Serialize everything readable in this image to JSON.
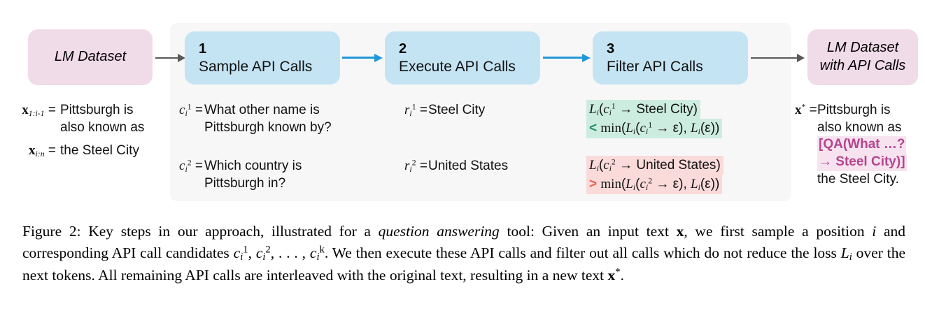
{
  "figure": {
    "input_box": {
      "label": "LM Dataset"
    },
    "output_box": {
      "line1": "LM Dataset",
      "line2": "with API Calls"
    },
    "steps": [
      {
        "number": "1",
        "label": "Sample API Calls"
      },
      {
        "number": "2",
        "label": "Execute API Calls"
      },
      {
        "number": "3",
        "label": "Filter API Calls"
      }
    ],
    "input_text": {
      "prefix": {
        "var": "x",
        "sub": "1:i-1",
        "eq": "=",
        "value_line1": "Pittsburgh is",
        "value_line2": "also known as"
      },
      "suffix": {
        "var": "x",
        "sub": "i:n",
        "eq": "=",
        "value_line1": "the Steel City"
      }
    },
    "candidates": [
      {
        "var": "c",
        "sub": "i",
        "sup": "1",
        "eq": "=",
        "value_line1": "What other name is",
        "value_line2": "Pittsburgh known by?"
      },
      {
        "var": "c",
        "sub": "i",
        "sup": "2",
        "eq": "=",
        "value_line1": "Which country is",
        "value_line2": "Pittsburgh in?"
      }
    ],
    "results": [
      {
        "var": "r",
        "sub": "i",
        "sup": "1",
        "eq": "=",
        "value_line1": "Steel City"
      },
      {
        "var": "r",
        "sub": "i",
        "sup": "2",
        "eq": "=",
        "value_line1": "United States"
      }
    ],
    "filters": [
      {
        "status": "keep",
        "highlight_color": "#cdece0",
        "comparator": "<",
        "comparator_color": "#1e8f6a",
        "loss_fn": "L",
        "loss_sub": "i",
        "call_var": "c",
        "call_sub": "i",
        "call_sup": "1",
        "arrow": "→",
        "response": "Steel City",
        "min_label": "min",
        "epsilon": "ε",
        "line1": "L_i(c_i^1 → Steel City)",
        "line2": "< min(L_i(c_i^1 → ε), L_i(ε))"
      },
      {
        "status": "reject",
        "highlight_color": "#fbdada",
        "comparator": ">",
        "comparator_color": "#e8614c",
        "loss_fn": "L",
        "loss_sub": "i",
        "call_var": "c",
        "call_sub": "i",
        "call_sup": "2",
        "arrow": "→",
        "response": "United States",
        "min_label": "min",
        "epsilon": "ε",
        "line1": "L_i(c_i^2 → United States)",
        "line2": "> min(L_i(c_i^2 → ε), L_i(ε))"
      }
    ],
    "output_text": {
      "var": "x",
      "sup": "★",
      "eq": "=",
      "line1": "Pittsburgh is",
      "line2": "also known as",
      "api_line1": "[QA(What …?",
      "api_line2": "→ Steel City)]",
      "line3": "the Steel City."
    },
    "arrows": {
      "gray_color": "#595959",
      "blue_color": "#2196d8"
    },
    "panel_color": "#f7f7f7",
    "pink_box_color": "#f0dbe8",
    "blue_box_color": "#c5e4f3"
  },
  "caption": {
    "label": "Figure 2:",
    "part1": " Key steps in our approach, illustrated for a ",
    "emphasis": "question answering",
    "part2": " tool: Given an input text ",
    "bold_x1": "x",
    "part3": ", we first sample a position ",
    "math_i": "i",
    "part4": " and corresponding API call candidates ",
    "math_c1": "c",
    "math_c2": "c",
    "math_ck": "c",
    "part5": ". We then execute these API calls and filter out all calls which do not reduce the loss ",
    "math_L": "L",
    "part6": " over the next tokens. All remaining API calls are interleaved with the original text, resulting in a new text ",
    "bold_x2": "x",
    "part7": "."
  }
}
